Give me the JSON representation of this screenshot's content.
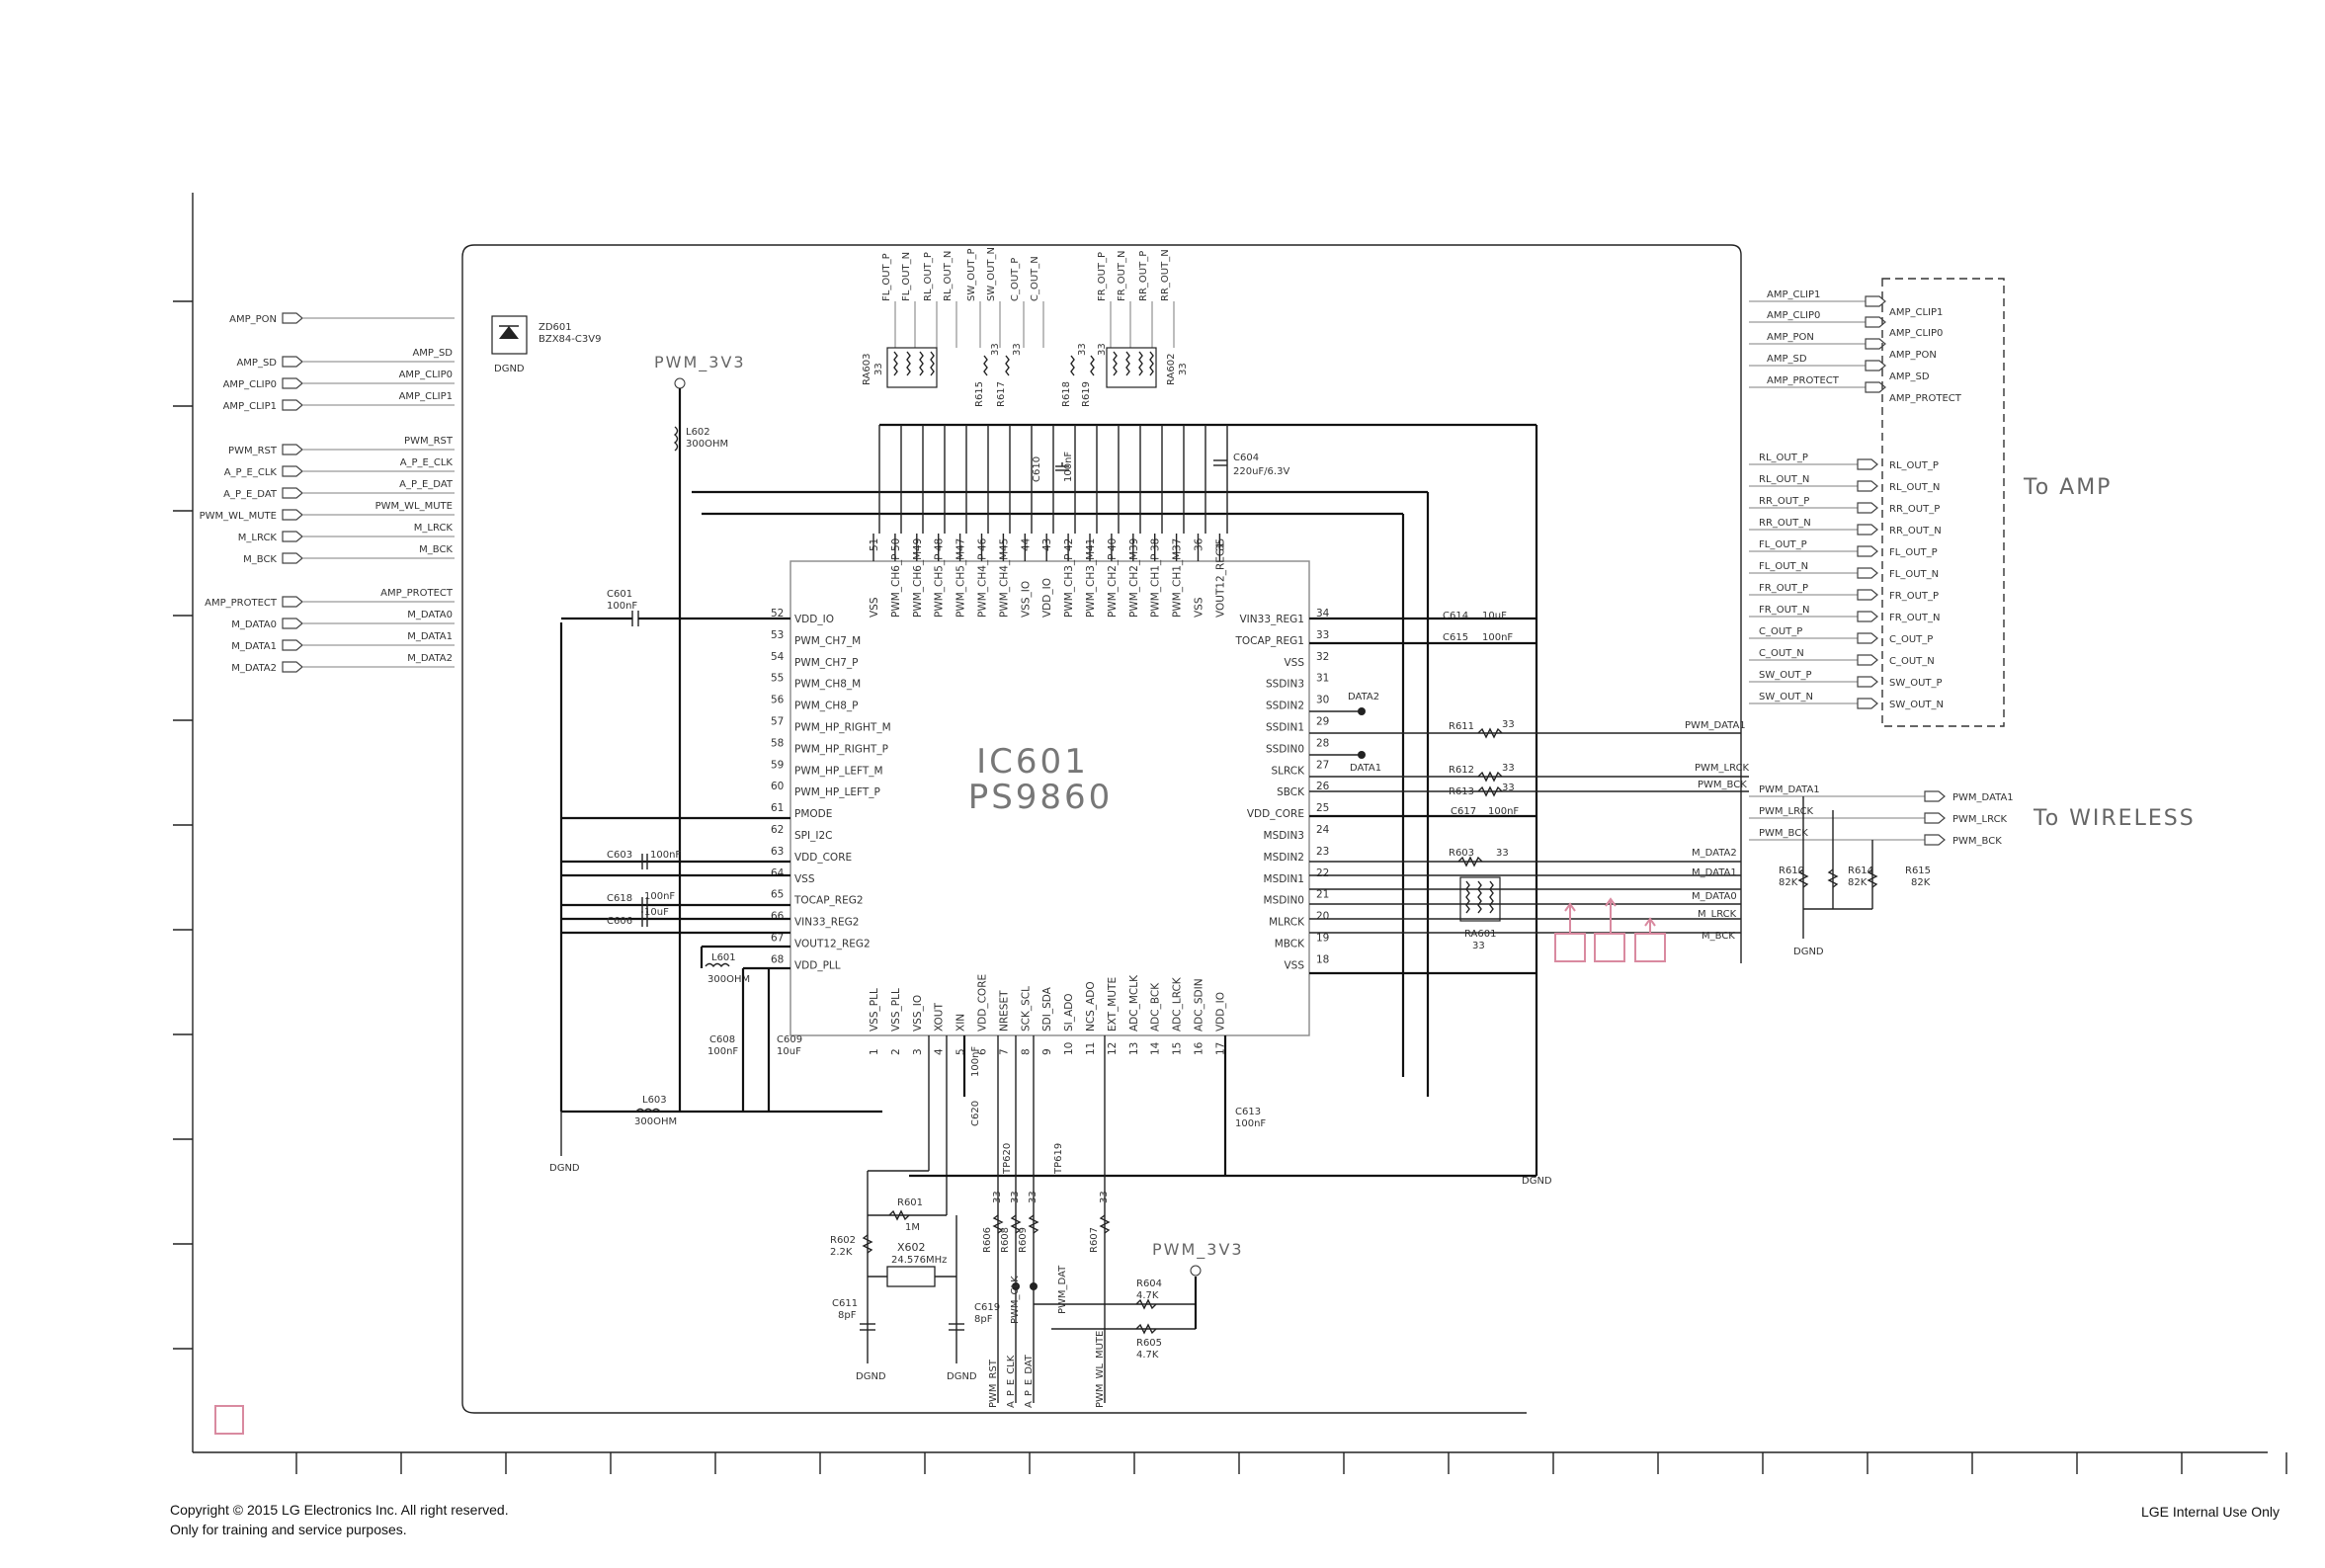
{
  "ic": {
    "ref": "IC601",
    "part": "PS9860",
    "pins_top": [
      {
        "n": "51",
        "name": "VSS"
      },
      {
        "n": "50",
        "name": "PWM_CH6_P"
      },
      {
        "n": "49",
        "name": "PWM_CH6_M"
      },
      {
        "n": "48",
        "name": "PWM_CH5_P"
      },
      {
        "n": "47",
        "name": "PWM_CH5_M"
      },
      {
        "n": "46",
        "name": "PWM_CH4_P"
      },
      {
        "n": "45",
        "name": "PWM_CH4_M"
      },
      {
        "n": "44",
        "name": "VSS_IO"
      },
      {
        "n": "43",
        "name": "VDD_IO"
      },
      {
        "n": "42",
        "name": "PWM_CH3_P"
      },
      {
        "n": "41",
        "name": "PWM_CH3_M"
      },
      {
        "n": "40",
        "name": "PWM_CH2_P"
      },
      {
        "n": "39",
        "name": "PWM_CH2_M"
      },
      {
        "n": "38",
        "name": "PWM_CH1_P"
      },
      {
        "n": "37",
        "name": "PWM_CH1_M"
      },
      {
        "n": "36",
        "name": "VSS"
      },
      {
        "n": "35",
        "name": "VOUT12_REG1"
      }
    ],
    "pins_left": [
      {
        "n": "52",
        "name": "VDD_IO"
      },
      {
        "n": "53",
        "name": "PWM_CH7_M"
      },
      {
        "n": "54",
        "name": "PWM_CH7_P"
      },
      {
        "n": "55",
        "name": "PWM_CH8_M"
      },
      {
        "n": "56",
        "name": "PWM_CH8_P"
      },
      {
        "n": "57",
        "name": "PWM_HP_RIGHT_M"
      },
      {
        "n": "58",
        "name": "PWM_HP_RIGHT_P"
      },
      {
        "n": "59",
        "name": "PWM_HP_LEFT_M"
      },
      {
        "n": "60",
        "name": "PWM_HP_LEFT_P"
      },
      {
        "n": "61",
        "name": "PMODE"
      },
      {
        "n": "62",
        "name": "SPI_I2C"
      },
      {
        "n": "63",
        "name": "VDD_CORE"
      },
      {
        "n": "64",
        "name": "VSS"
      },
      {
        "n": "65",
        "name": "TOCAP_REG2"
      },
      {
        "n": "66",
        "name": "VIN33_REG2"
      },
      {
        "n": "67",
        "name": "VOUT12_REG2"
      },
      {
        "n": "68",
        "name": "VDD_PLL"
      }
    ],
    "pins_right": [
      {
        "n": "34",
        "name": "VIN33_REG1"
      },
      {
        "n": "33",
        "name": "TOCAP_REG1"
      },
      {
        "n": "32",
        "name": "VSS"
      },
      {
        "n": "31",
        "name": "SSDIN3"
      },
      {
        "n": "30",
        "name": "SSDIN2"
      },
      {
        "n": "29",
        "name": "SSDIN1"
      },
      {
        "n": "28",
        "name": "SSDIN0"
      },
      {
        "n": "27",
        "name": "SLRCK"
      },
      {
        "n": "26",
        "name": "SBCK"
      },
      {
        "n": "25",
        "name": "VDD_CORE"
      },
      {
        "n": "24",
        "name": "MSDIN3"
      },
      {
        "n": "23",
        "name": "MSDIN2"
      },
      {
        "n": "22",
        "name": "MSDIN1"
      },
      {
        "n": "21",
        "name": "MSDIN0"
      },
      {
        "n": "20",
        "name": "MLRCK"
      },
      {
        "n": "19",
        "name": "MBCK"
      },
      {
        "n": "18",
        "name": "VSS"
      }
    ],
    "pins_bottom": [
      {
        "n": "1",
        "name": "VSS_PLL"
      },
      {
        "n": "2",
        "name": "VSS_PLL"
      },
      {
        "n": "3",
        "name": "VSS_IO"
      },
      {
        "n": "4",
        "name": "XOUT"
      },
      {
        "n": "5",
        "name": "XIN"
      },
      {
        "n": "6",
        "name": "VDD_CORE"
      },
      {
        "n": "7",
        "name": "NRESET"
      },
      {
        "n": "8",
        "name": "SCK_SCL"
      },
      {
        "n": "9",
        "name": "SDI_SDA"
      },
      {
        "n": "10",
        "name": "SI_ADO"
      },
      {
        "n": "11",
        "name": "NCS_ADO"
      },
      {
        "n": "12",
        "name": "EXT_MUTE"
      },
      {
        "n": "13",
        "name": "ADC_MCLK"
      },
      {
        "n": "14",
        "name": "ADC_BCK"
      },
      {
        "n": "15",
        "name": "ADC_LRCK"
      },
      {
        "n": "16",
        "name": "ADC_SDIN"
      },
      {
        "n": "17",
        "name": "VDD_IO"
      }
    ]
  },
  "top_nets": [
    "FL_OUT_P",
    "FL_OUT_N",
    "RL_OUT_P",
    "RL_OUT_N",
    "SW_OUT_P",
    "SW_OUT_N",
    "C_OUT_P",
    "C_OUT_N",
    "FR_OUT_P",
    "FR_OUT_N",
    "RR_OUT_P",
    "RR_OUT_N"
  ],
  "left_ports": [
    {
      "label": "AMP_PON",
      "wire": ""
    },
    {
      "label": "AMP_SD",
      "wire": "AMP_SD"
    },
    {
      "label": "AMP_CLIP0",
      "wire": "AMP_CLIP0"
    },
    {
      "label": "AMP_CLIP1",
      "wire": "AMP_CLIP1"
    },
    {
      "label": "PWM_RST",
      "wire": "PWM_RST"
    },
    {
      "label": "A_P_E_CLK",
      "wire": "A_P_E_CLK"
    },
    {
      "label": "A_P_E_DAT",
      "wire": "A_P_E_DAT"
    },
    {
      "label": "PWM_WL_MUTE",
      "wire": "PWM_WL_MUTE"
    },
    {
      "label": "M_LRCK",
      "wire": "M_LRCK"
    },
    {
      "label": "M_BCK",
      "wire": "M_BCK"
    },
    {
      "label": "AMP_PROTECT",
      "wire": "AMP_PROTECT"
    },
    {
      "label": "M_DATA0",
      "wire": "M_DATA0"
    },
    {
      "label": "M_DATA1",
      "wire": "M_DATA1"
    },
    {
      "label": "M_DATA2",
      "wire": "M_DATA2"
    }
  ],
  "amp_ports_top": [
    {
      "wire": "AMP_CLIP1",
      "label": "AMP_CLIP1"
    },
    {
      "wire": "AMP_CLIP0",
      "label": "AMP_CLIP0"
    },
    {
      "wire": "AMP_PON",
      "label": "AMP_PON"
    },
    {
      "wire": "AMP_SD",
      "label": "AMP_SD"
    },
    {
      "wire": "AMP_PROTECT",
      "label": "AMP_PROTECT"
    }
  ],
  "amp_ports_out": [
    {
      "wire": "RL_OUT_P",
      "label": "RL_OUT_P"
    },
    {
      "wire": "RL_OUT_N",
      "label": "RL_OUT_N"
    },
    {
      "wire": "RR_OUT_P",
      "label": "RR_OUT_P"
    },
    {
      "wire": "RR_OUT_N",
      "label": "RR_OUT_N"
    },
    {
      "wire": "FL_OUT_P",
      "label": "FL_OUT_P"
    },
    {
      "wire": "FL_OUT_N",
      "label": "FL_OUT_N"
    },
    {
      "wire": "FR_OUT_P",
      "label": "FR_OUT_P"
    },
    {
      "wire": "FR_OUT_N",
      "label": "FR_OUT_N"
    },
    {
      "wire": "C_OUT_P",
      "label": "C_OUT_P"
    },
    {
      "wire": "C_OUT_N",
      "label": "C_OUT_N"
    },
    {
      "wire": "SW_OUT_P",
      "label": "SW_OUT_P"
    },
    {
      "wire": "SW_OUT_N",
      "label": "SW_OUT_N"
    }
  ],
  "to_amp": "To AMP",
  "to_wireless": "To WIRELESS",
  "wireless_ports": [
    {
      "wire": "PWM_DATA1",
      "label": "PWM_DATA1"
    },
    {
      "wire": "PWM_LRCK",
      "label": "PWM_LRCK"
    },
    {
      "wire": "PWM_BCK",
      "label": "PWM_BCK"
    }
  ],
  "right_nets": {
    "pwm_data1": "PWM_DATA1",
    "pwm_lrck": "PWM_LRCK",
    "pwm_bck": "PWM_BCK",
    "m_data2": "M_DATA2",
    "m_data1": "M_DATA1",
    "m_data0": "M_DATA0",
    "m_lrck": "M_LRCK",
    "m_bck": "M_BCK",
    "data2": "DATA2",
    "data1": "DATA1"
  },
  "components": {
    "zd601": {
      "ref": "ZD601",
      "val": "BZX84-C3V9"
    },
    "l602": {
      "ref": "L602",
      "val": "300OHM"
    },
    "l601": {
      "ref": "L601",
      "val": "300OHM"
    },
    "l603": {
      "ref": "L603",
      "val": "300OHM"
    },
    "c601": {
      "ref": "C601",
      "val": "100nF"
    },
    "c603": {
      "ref": "C603",
      "val": "100nF"
    },
    "c618": {
      "ref": "C618",
      "val": "100nF"
    },
    "c606": {
      "ref": "C606",
      "val": "10uF"
    },
    "c608": {
      "ref": "C608",
      "val": "100nF"
    },
    "c609": {
      "ref": "C609",
      "val": "10uF"
    },
    "c610": {
      "ref": "C610",
      "val": "100nF"
    },
    "c604": {
      "ref": "C604",
      "val": "220uF/6.3V"
    },
    "c614": {
      "ref": "C614",
      "val": "10uF"
    },
    "c615": {
      "ref": "C615",
      "val": "100nF"
    },
    "c617": {
      "ref": "C617",
      "val": "100nF"
    },
    "c620": {
      "ref": "C620",
      "val": "100nF"
    },
    "c613": {
      "ref": "C613",
      "val": "100nF"
    },
    "c611": {
      "ref": "C611",
      "val": "8pF"
    },
    "c619": {
      "ref": "C619",
      "val": "8pF"
    },
    "ra603": {
      "ref": "RA603",
      "val": "33"
    },
    "ra602": {
      "ref": "RA602",
      "val": "33"
    },
    "ra601": {
      "ref": "RA601",
      "val": "33"
    },
    "r615a": {
      "ref": "R615",
      "val": "33"
    },
    "r617": {
      "ref": "R617",
      "val": "33"
    },
    "r618": {
      "ref": "R618",
      "val": "33"
    },
    "r619": {
      "ref": "R619",
      "val": "33"
    },
    "r611": {
      "ref": "R611",
      "val": "33"
    },
    "r612": {
      "ref": "R612",
      "val": "33"
    },
    "r613": {
      "ref": "R613",
      "val": "33"
    },
    "r603": {
      "ref": "R603",
      "val": "33"
    },
    "r610": {
      "ref": "R610",
      "val": "82K"
    },
    "r614": {
      "ref": "R614",
      "val": "82K"
    },
    "r615b": {
      "ref": "R615",
      "val": "82K"
    },
    "r601": {
      "ref": "R601",
      "val": "1M"
    },
    "r602": {
      "ref": "R602",
      "val": "2.2K"
    },
    "x602": {
      "ref": "X602",
      "val": "24.576MHz"
    },
    "r606": {
      "ref": "R606",
      "val": "33"
    },
    "r608": {
      "ref": "R608",
      "val": "33"
    },
    "r609": {
      "ref": "R609",
      "val": "33"
    },
    "r607": {
      "ref": "R607",
      "val": "33"
    },
    "r604": {
      "ref": "R604",
      "val": "4.7K"
    },
    "r605": {
      "ref": "R605",
      "val": "4.7K"
    },
    "tp620": {
      "ref": "TP620"
    },
    "tp619": {
      "ref": "TP619"
    }
  },
  "power": {
    "pwm_3v3": "PWM_3V3",
    "dgnd": "DGND"
  },
  "bottom_labels": [
    "PWM_RST",
    "A_P_E_CLK",
    "A_P_E_DAT",
    "PWM_WL_MUTE"
  ],
  "bottom_nets": {
    "pwm_clk": "PWM_CLK",
    "pwm_dat": "PWM_DAT"
  },
  "footer": {
    "copyright": "Copyright © 2015 LG Electronics Inc. All right reserved.",
    "purpose": "Only for training and service purposes.",
    "internal": "LGE Internal Use Only"
  }
}
